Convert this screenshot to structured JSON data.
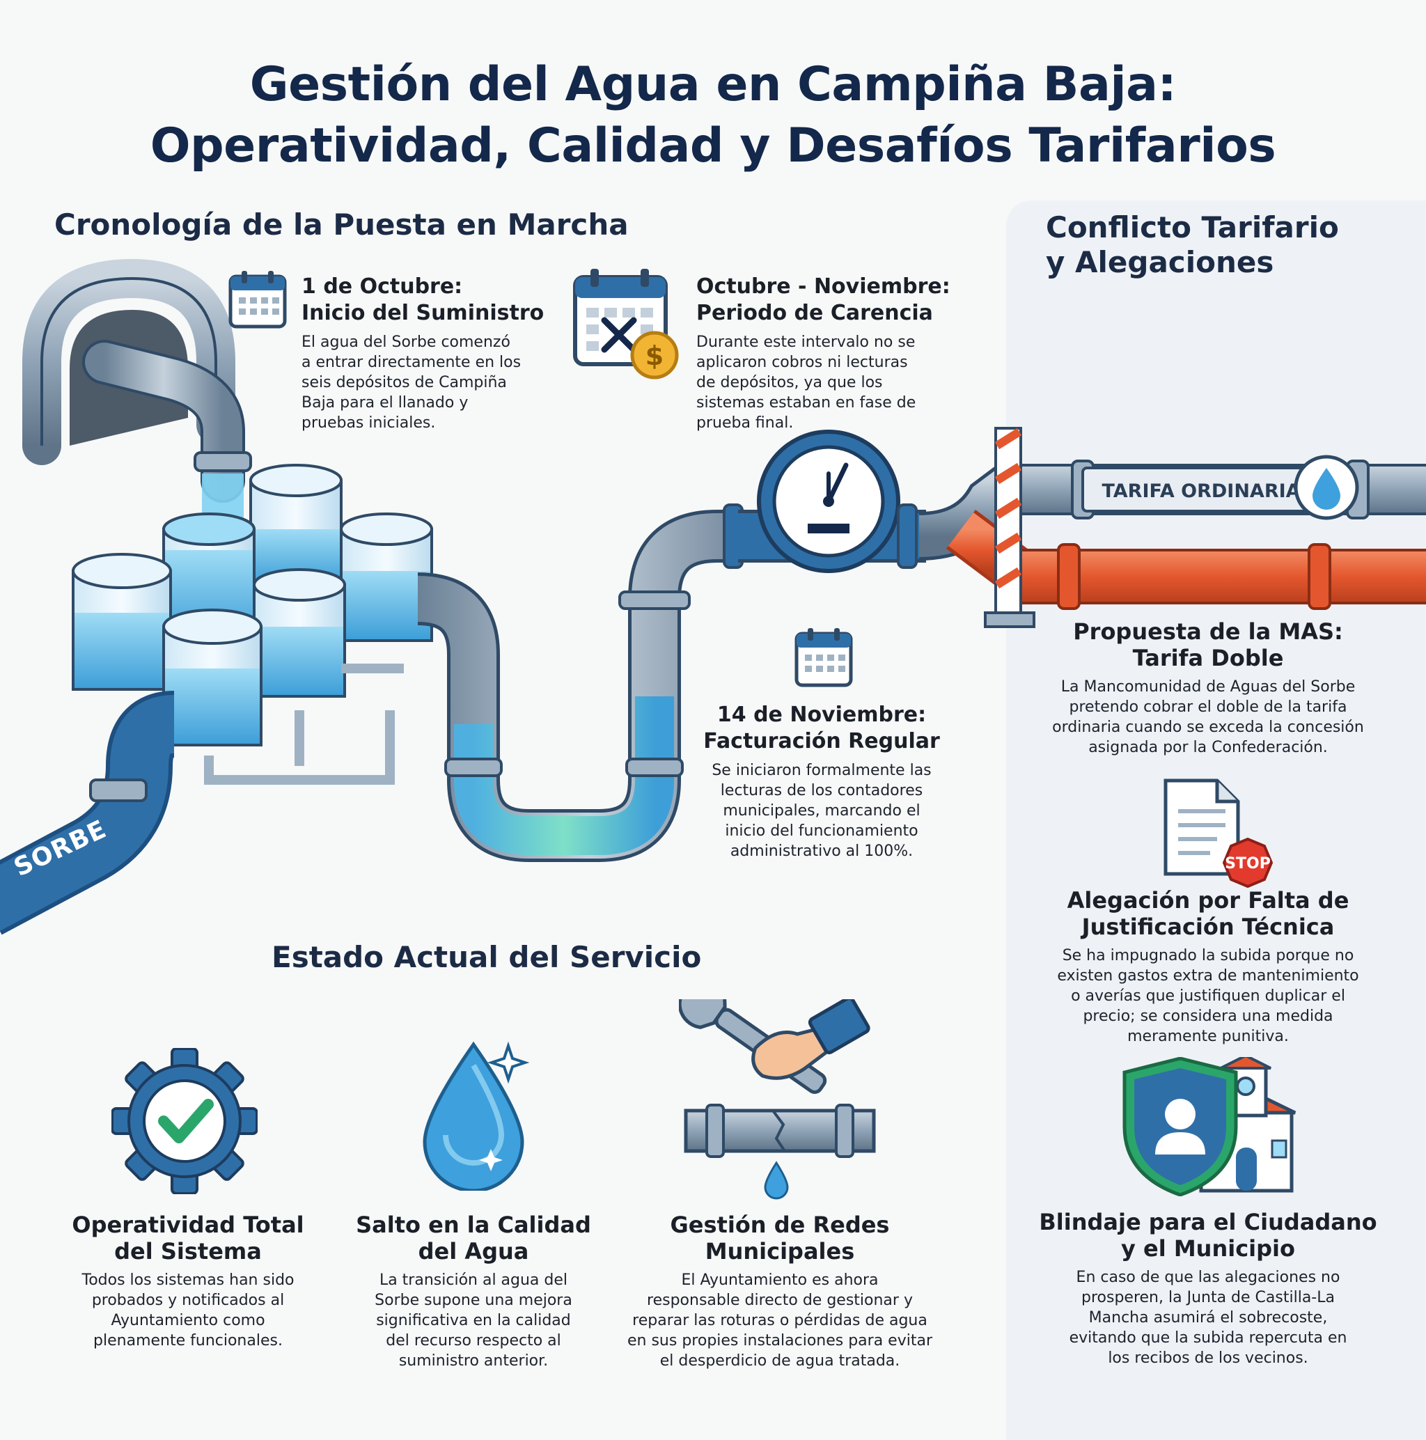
{
  "title": {
    "line1": "Gestión del Agua en Campiña Baja:",
    "line2": "Operatividad, Calidad y Desafíos Tarifarios"
  },
  "timeline": {
    "heading": "Cronología de la Puesta en Marcha",
    "pipe_label": "SORBE",
    "steps": [
      {
        "title1": "1 de Octubre:",
        "title2": "Inicio del Suministro",
        "text": [
          "El agua del Sorbe comenzó",
          "a entrar directamente en los",
          "seis depósitos de Campiña",
          "Baja para el llanado y",
          "pruebas iniciales."
        ],
        "icon": "calendar-icon"
      },
      {
        "title1": "Octubre - Noviembre:",
        "title2": "Periodo de Carencia",
        "text": [
          "Durante este intervalo no se",
          "aplicaron cobros ni lecturas",
          "de depósitos, ya que los",
          "sistemas estaban en fase de",
          "prueba final."
        ],
        "icon": "calendar-no-charge-icon"
      },
      {
        "title1": "14 de Noviembre:",
        "title2": "Facturación Regular",
        "text": [
          "Se iniciaron formalmente las",
          "lecturas de los contadores",
          "municipales, marcando el",
          "inicio del funcionamiento",
          "administrativo al 100%."
        ],
        "icon": "calendar-icon"
      }
    ]
  },
  "estado": {
    "heading": "Estado Actual del Servicio",
    "items": [
      {
        "title1": "Operatividad Total",
        "title2": "del Sistema",
        "text": [
          "Todos los sistemas han sido",
          "probados y notificados al",
          "Ayuntamiento como",
          "plenamente funcionales."
        ],
        "icon": "gear-check-icon"
      },
      {
        "title1": "Salto en la Calidad",
        "title2": "del Agua",
        "text": [
          "La transición al agua del",
          "Sorbe supone una mejora",
          "significativa en la calidad",
          "del recurso respecto al",
          "suministro anterior."
        ],
        "icon": "water-drop-icon"
      },
      {
        "title1": "Gestión de Redes",
        "title2": "Municipales",
        "text": [
          "El Ayuntamiento es ahora",
          "responsable directo de gestionar y",
          "reparar las roturas o pérdidas de agua",
          "en sus propies instalaciones para evitar",
          "el desperdicio de agua tratada."
        ],
        "icon": "wrench-pipe-icon"
      }
    ]
  },
  "conflicto": {
    "heading1": "Conflicto Tarifario",
    "heading2": "y Alegaciones",
    "tarifa_label": "TARIFA ORDINARIA",
    "items": [
      {
        "title1": "Propuesta de la MAS:",
        "title2": "Tarifa Doble",
        "text": [
          "La Mancomunidad de Aguas del Sorbe",
          "pretendo cobrar el doble de la tarifa",
          "ordinaria cuando se exceda la concesión",
          "asignada por la Confederación."
        ]
      },
      {
        "title1": "Alegación por Falta de",
        "title2": "Justificación Técnica",
        "text": [
          "Se ha impugnado la subida porque no",
          "existen gastos extra de mantenimiento",
          "o averías que justifiquen duplicar el",
          "precio; se considera una medida",
          "meramente punitiva."
        ],
        "icon": "document-stop-icon",
        "stop_label": "STOP"
      },
      {
        "title1": "Blindaje para el Ciudadano",
        "title2": "y el Municipio",
        "text": [
          "En caso de que las alegaciones no",
          "prosperen, la Junta de Castilla-La",
          "Mancha asumirá el sobrecoste,",
          "evitando que la subida repercuta en",
          "los recibos de los vecinos."
        ],
        "icon": "shield-town-hall-icon"
      }
    ]
  },
  "colors": {
    "navy": "#13284a",
    "pipe_blue": "#2f6fa8",
    "water": "#5bbbe6",
    "orange_pipe": "#e4572e",
    "green_check": "#2aa66a"
  }
}
